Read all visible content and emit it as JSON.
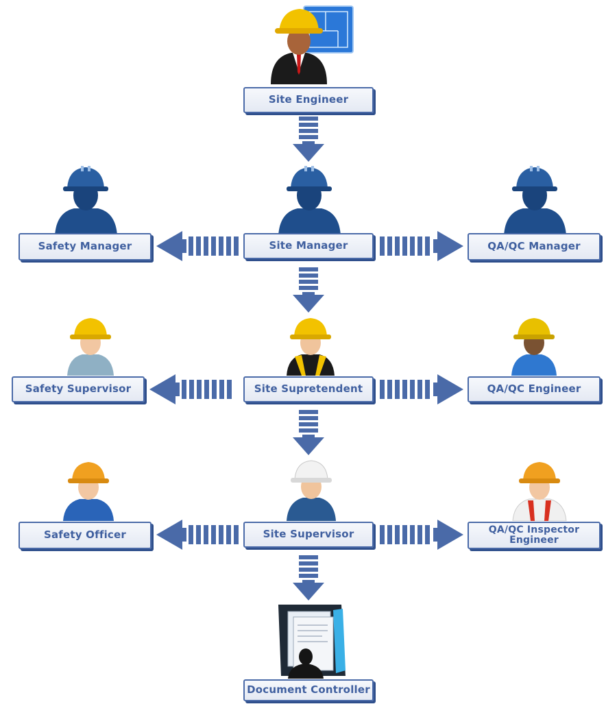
{
  "colors": {
    "arrow": "#4a6aa8",
    "box_border": "#4a6aa8",
    "box_shadow": "#2f4f8c",
    "box_text": "#3f5f9f",
    "helmet_yellow": "#f2c200",
    "helmet_orange": "#f0a020",
    "manager_blue": "#1f4e8c"
  },
  "roles": {
    "site_engineer": "Site Engineer",
    "safety_manager": "Safety Manager",
    "site_manager": "Site Manager",
    "qaqc_manager": "QA/QC Manager",
    "safety_supervisor": "Safety Supervisor",
    "site_supretendent": "Site Supretendent",
    "qaqc_engineer": "QA/QC Engineer",
    "safety_officer": "Safety Officer",
    "site_supervisor": "Site Supervisor",
    "qaqc_inspector_engineer": "QA/QC Inspector\nEngineer",
    "document_controller": "Document Controller"
  },
  "icons": {
    "site_engineer": "engineer-with-blueprint-icon",
    "safety_manager": "manager-hardhat-icon",
    "site_manager": "manager-hardhat-icon",
    "qaqc_manager": "manager-hardhat-icon",
    "safety_supervisor": "worker-yellow-helmet-icon",
    "site_supretendent": "worker-yellow-helmet-vest-icon",
    "qaqc_engineer": "worker-yellow-helmet-icon",
    "safety_officer": "worker-orange-helmet-icon",
    "site_supervisor": "worker-white-helmet-icon",
    "qaqc_inspector_engineer": "worker-orange-helmet-icon",
    "document_controller": "document-folder-icon"
  }
}
